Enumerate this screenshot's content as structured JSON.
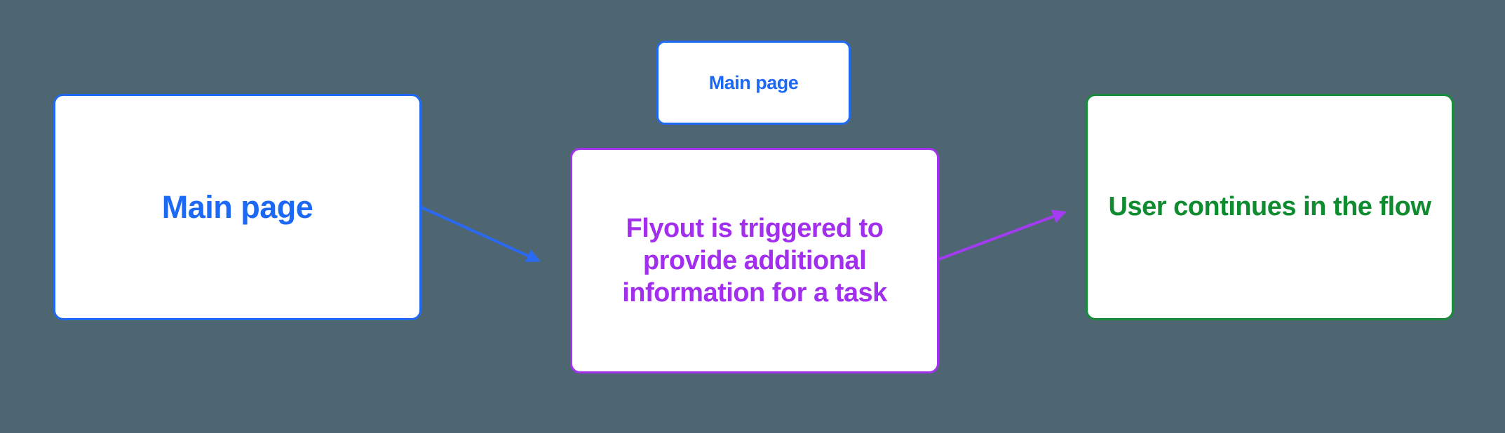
{
  "diagram": {
    "background_color": "#4D6671",
    "node_fill": "#FFFFFF",
    "nodes": {
      "main_page": {
        "label": "Main page",
        "color": "#1C69F6",
        "border_color": "#1F6AF4"
      },
      "main_page_small": {
        "label": "Main page",
        "color": "#1C69F6",
        "border_color": "#1F6AF4"
      },
      "flyout": {
        "label": "Flyout is triggered to provide additional information for a task",
        "label_lines": [
          "Flyout is triggered to",
          "provide additional",
          "information for a task"
        ],
        "color": "#A22EEE",
        "border_color": "#A433F0"
      },
      "continue": {
        "label": "User continues in the flow",
        "color": "#0E8C2F",
        "border_color": "#178C3B"
      }
    },
    "connectors": {
      "main_to_flyout": {
        "color": "#2A69F1",
        "from": "main_page",
        "to": "flyout"
      },
      "flyout_to_continue": {
        "color": "#A43BF2",
        "from": "flyout",
        "to": "continue"
      }
    }
  }
}
